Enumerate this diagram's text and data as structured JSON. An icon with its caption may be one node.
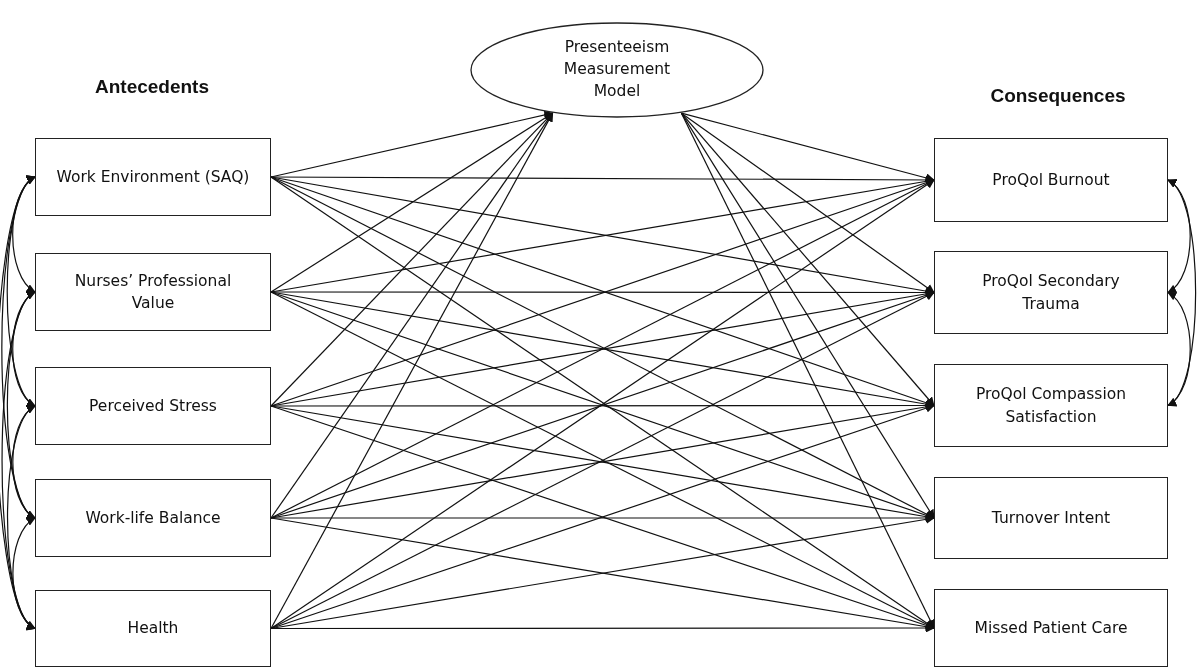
{
  "diagram": {
    "nodes": [
      {
        "text": [
          "Presenteeism Measurement Model"
        ]
      },
      {
        "text": [
          "Work Environment (SAQ)"
        ]
      },
      {
        "text": [
          "Nurses’ Professional Value"
        ]
      },
      {
        "text": [
          "Perceived Stress"
        ]
      },
      {
        "text": [
          "Work-life Balance"
        ]
      },
      {
        "text": [
          "Health"
        ]
      },
      {
        "text": [
          "ProQol Burnout"
        ]
      },
      {
        "text": [
          "ProQol Secondary Trauma"
        ]
      },
      {
        "text": [
          "ProQol Compassion Satisfaction"
        ]
      },
      {
        "text": [
          "Turnover Intent"
        ]
      },
      {
        "text": [
          "Missed Patient Care"
        ]
      }
    ],
    "edges": [
      {
        "from": 1,
        "to": 0,
        "arrow": "to"
      },
      {
        "from": 2,
        "to": 0,
        "arrow": "to"
      },
      {
        "from": 3,
        "to": 0,
        "arrow": "to"
      },
      {
        "from": 4,
        "to": 0,
        "arrow": "to"
      },
      {
        "from": 5,
        "to": 0,
        "arrow": "to"
      },
      {
        "from": 0,
        "to": 6,
        "arrow": "to"
      },
      {
        "from": 0,
        "to": 7,
        "arrow": "to"
      },
      {
        "from": 0,
        "to": 8,
        "arrow": "to"
      },
      {
        "from": 0,
        "to": 9,
        "arrow": "to"
      },
      {
        "from": 0,
        "to": 10,
        "arrow": "to"
      },
      {
        "from": 1,
        "to": 6,
        "arrow": "to"
      },
      {
        "from": 1,
        "to": 7,
        "arrow": "to"
      },
      {
        "from": 1,
        "to": 8,
        "arrow": "to"
      },
      {
        "from": 1,
        "to": 9,
        "arrow": "to"
      },
      {
        "from": 1,
        "to": 10,
        "arrow": "to"
      },
      {
        "from": 2,
        "to": 6,
        "arrow": "to"
      },
      {
        "from": 2,
        "to": 7,
        "arrow": "to"
      },
      {
        "from": 2,
        "to": 8,
        "arrow": "to"
      },
      {
        "from": 2,
        "to": 9,
        "arrow": "to"
      },
      {
        "from": 2,
        "to": 10,
        "arrow": "to"
      },
      {
        "from": 3,
        "to": 6,
        "arrow": "to"
      },
      {
        "from": 3,
        "to": 7,
        "arrow": "to"
      },
      {
        "from": 3,
        "to": 8,
        "arrow": "to"
      },
      {
        "from": 3,
        "to": 9,
        "arrow": "to"
      },
      {
        "from": 3,
        "to": 10,
        "arrow": "to"
      },
      {
        "from": 4,
        "to": 6,
        "arrow": "to"
      },
      {
        "from": 4,
        "to": 7,
        "arrow": "to"
      },
      {
        "from": 4,
        "to": 8,
        "arrow": "to"
      },
      {
        "from": 4,
        "to": 9,
        "arrow": "to"
      },
      {
        "from": 4,
        "to": 10,
        "arrow": "to"
      },
      {
        "from": 5,
        "to": 6,
        "arrow": "to"
      },
      {
        "from": 5,
        "to": 7,
        "arrow": "to"
      },
      {
        "from": 5,
        "to": 8,
        "arrow": "to"
      },
      {
        "from": 5,
        "to": 9,
        "arrow": "to"
      },
      {
        "from": 5,
        "to": 10,
        "arrow": "to"
      },
      {
        "from": 1,
        "to": 2,
        "arrow": "both"
      },
      {
        "from": 1,
        "to": 3,
        "arrow": "both"
      },
      {
        "from": 1,
        "to": 4,
        "arrow": "both"
      },
      {
        "from": 1,
        "to": 5,
        "arrow": "both"
      },
      {
        "from": 2,
        "to": 3,
        "arrow": "both"
      },
      {
        "from": 2,
        "to": 4,
        "arrow": "both"
      },
      {
        "from": 2,
        "to": 5,
        "arrow": "both"
      },
      {
        "from": 3,
        "to": 4,
        "arrow": "both"
      },
      {
        "from": 3,
        "to": 5,
        "arrow": "both"
      },
      {
        "from": 4,
        "to": 5,
        "arrow": "both"
      },
      {
        "from": 6,
        "to": 7,
        "arrow": "both"
      },
      {
        "from": 6,
        "to": 8,
        "arrow": "both"
      },
      {
        "from": 7,
        "to": 8,
        "arrow": "both"
      }
    ],
    "labels": [
      "Antecedents",
      "Consequences"
    ]
  }
}
